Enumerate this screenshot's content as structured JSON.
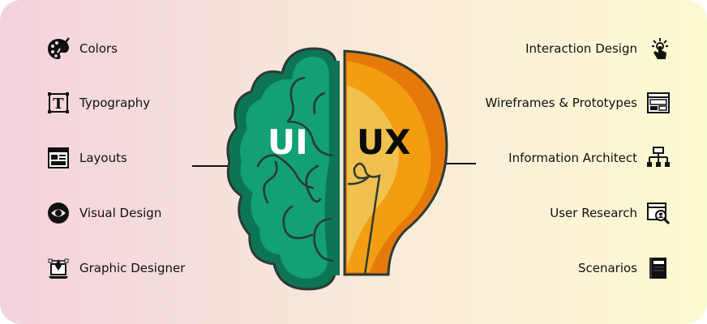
{
  "ui_side": {
    "label": "UI",
    "items": [
      {
        "label": "Colors",
        "icon": "palette-icon"
      },
      {
        "label": "Typography",
        "icon": "typography-icon"
      },
      {
        "label": "Layouts",
        "icon": "layout-icon"
      },
      {
        "label": "Visual Design",
        "icon": "eye-icon"
      },
      {
        "label": "Graphic Designer",
        "icon": "graphic-design-icon"
      }
    ]
  },
  "ux_side": {
    "label": "UX",
    "items": [
      {
        "label": "Interaction Design",
        "icon": "touch-icon"
      },
      {
        "label": "Wireframes & Prototypes",
        "icon": "wireframe-icon"
      },
      {
        "label": "Information Architect",
        "icon": "sitemap-icon"
      },
      {
        "label": "User Research",
        "icon": "user-research-icon"
      },
      {
        "label": "Scenarios",
        "icon": "scenario-book-icon"
      }
    ]
  },
  "colors": {
    "brain_dark": "#0d7556",
    "brain_light": "#12a074",
    "bulb_outer": "#e57a0a",
    "bulb_mid": "#f29e10",
    "bulb_inner": "#f0c14e"
  }
}
